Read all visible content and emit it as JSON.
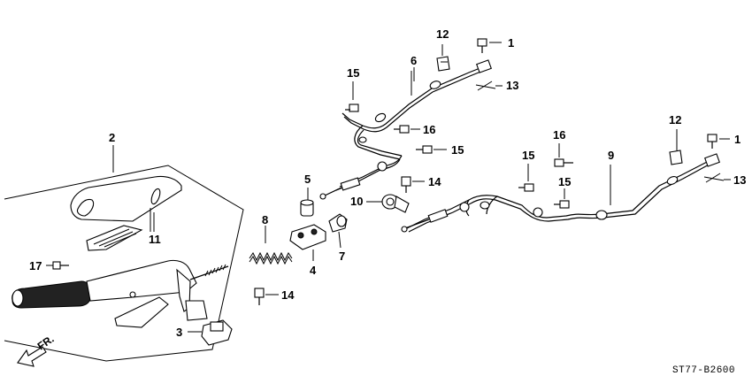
{
  "diagram": {
    "code": "ST77-B2600",
    "direction_label": "FR.",
    "callouts": {
      "p1a": "1",
      "p1b": "1",
      "p2": "2",
      "p3": "3",
      "p4": "4",
      "p5": "5",
      "p6": "6",
      "p7": "7",
      "p8": "8",
      "p9": "9",
      "p10": "10",
      "p11": "11",
      "p12a": "12",
      "p12b": "12",
      "p13a": "13",
      "p13b": "13",
      "p14a": "14",
      "p14b": "14",
      "p15a": "15",
      "p15b": "15",
      "p15c": "15",
      "p15d": "15",
      "p16a": "16",
      "p16b": "16",
      "p17": "17"
    }
  }
}
